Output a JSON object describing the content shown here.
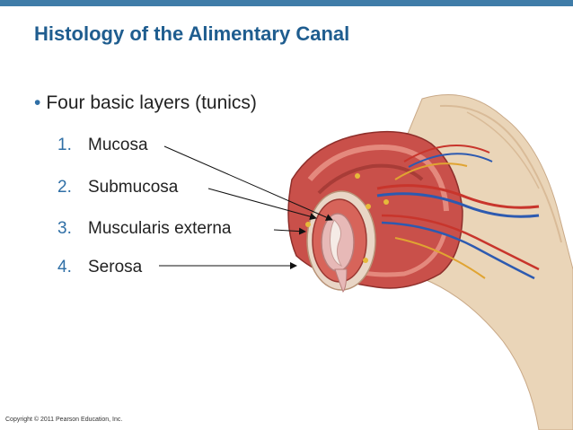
{
  "slide": {
    "title": "Histology of the Alimentary Canal",
    "bullet": "Four basic layers (tunics)",
    "items": [
      {
        "num": "1.",
        "label": "Mucosa"
      },
      {
        "num": "2.",
        "label": "Submucosa"
      },
      {
        "num": "3.",
        "label": "Muscularis externa"
      },
      {
        "num": "4.",
        "label": "Serosa"
      }
    ],
    "copyright": "Copyright © 2011 Pearson Education, Inc."
  },
  "colors": {
    "accent_bar": "#3f7ca8",
    "title": "#1f5d8f",
    "number": "#2f6fa6"
  },
  "image": {
    "subject": "cross-section-of-alimentary-canal-wall"
  }
}
